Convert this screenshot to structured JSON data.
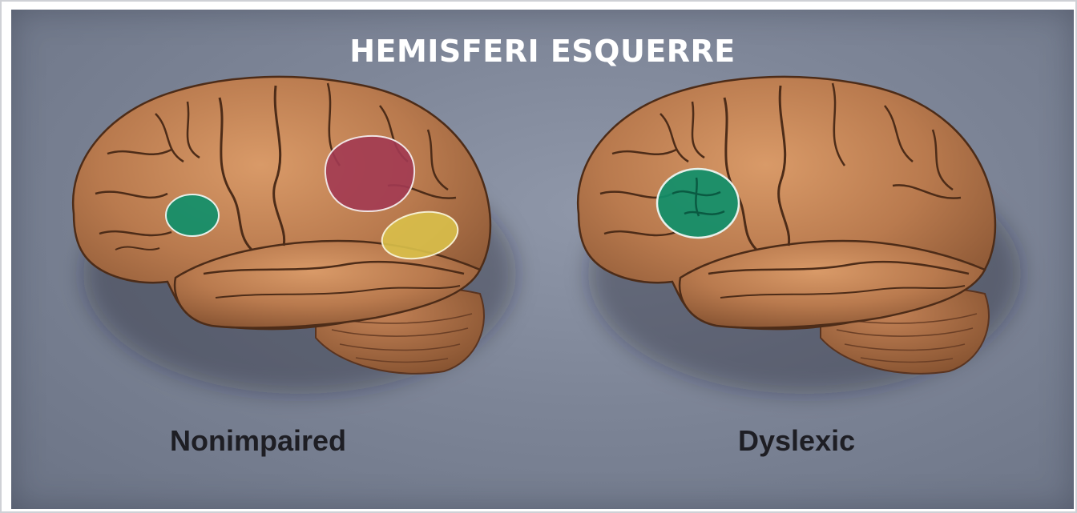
{
  "title": "HEMISFERI ESQUERRE",
  "panels": [
    {
      "label": "Nonimpaired",
      "highlighted_regions": [
        {
          "name": "frontal-region",
          "color": "#0f8f6a"
        },
        {
          "name": "parieto-temporal-region",
          "color": "#a23a52"
        },
        {
          "name": "occipito-temporal-region",
          "color": "#d9c04a"
        }
      ]
    },
    {
      "label": "Dyslexic",
      "highlighted_regions": [
        {
          "name": "frontal-region",
          "color": "#0f8f6a"
        }
      ]
    }
  ],
  "colors": {
    "background": "#7d8597",
    "brain": "#b97a4e",
    "title_text": "#ffffff",
    "label_text": "#1e1e24"
  }
}
